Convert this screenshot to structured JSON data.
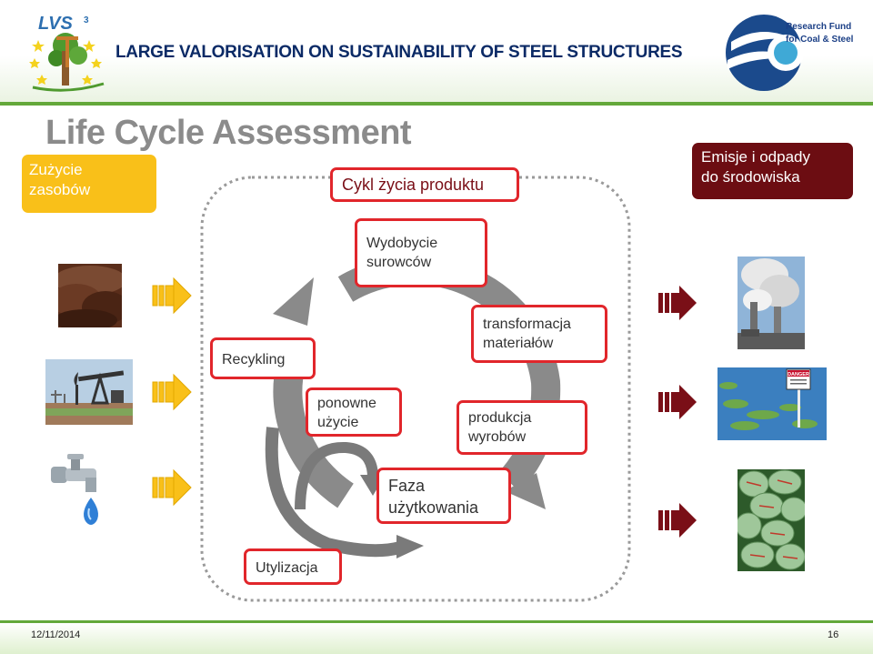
{
  "header": {
    "title": "LARGE VALORISATION ON SUSTAINABILITY OF STEEL STRUCTURES",
    "logo_left_text": "LVS",
    "logo_left_sub": "3",
    "logo_right_line1": "Research Fund",
    "logo_right_line2": "for Coal & Steel"
  },
  "page_title": "Life Cycle Assessment",
  "top_boxes": {
    "resources": [
      "Zużycie",
      "zasobów"
    ],
    "cycle": "Cykl życia produktu",
    "emissions": [
      "Emisje i odpady",
      "do środowiska"
    ]
  },
  "stages": {
    "extraction": [
      "Wydobycie",
      "surowców"
    ],
    "transformation": [
      "transformacja",
      "materiałów"
    ],
    "production": [
      "produkcja",
      "wyrobów"
    ],
    "use": [
      "Faza",
      "użytkowania"
    ],
    "reuse": [
      "ponowne",
      "użycie"
    ],
    "recycling": "Recykling",
    "disposal": "Utylizacja"
  },
  "photos": {
    "inputs": [
      "soil-pile",
      "oil-pump",
      "water-tap"
    ],
    "outputs": [
      "smokestacks",
      "polluted-water",
      "garbage-bags"
    ],
    "danger_sign": "DANGER"
  },
  "colors": {
    "header_green": "#63a83a",
    "title_navy": "#0b2a66",
    "yellow": "#f9c019",
    "dark_red": "#6c0d12",
    "stage_border": "#e1262b",
    "cycle_gray": "#8a8a8a"
  },
  "footer": {
    "date": "12/11/2014",
    "page": "16"
  }
}
